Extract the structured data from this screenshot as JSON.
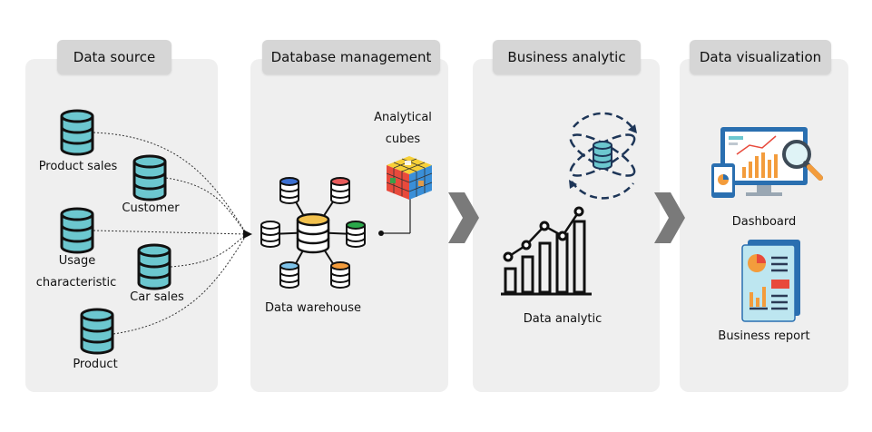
{
  "sections": {
    "data_source": "Data source",
    "database_management": "Database management",
    "business_analytic": "Business analytic",
    "data_visualization": "Data visualization"
  },
  "sources": {
    "product_sales": "Product sales",
    "customer": "Customer",
    "usage_line1": "Usage",
    "usage_line2": "characteristic",
    "car_sales": "Car sales",
    "product": "Product"
  },
  "management": {
    "cubes_line1": "Analytical",
    "cubes_line2": "cubes",
    "warehouse": "Data warehouse"
  },
  "analytic": {
    "label": "Data analytic"
  },
  "visualization": {
    "dashboard": "Dashboard",
    "report": "Business report"
  },
  "colors": {
    "db_teal": "#6cc7cf",
    "navy": "#1d3557",
    "panel": "#efefef",
    "header": "#d6d6d6",
    "orange": "#f39c3c",
    "arrow": "#7a7a7a"
  },
  "icons": [
    "database-icon",
    "rubiks-cube-icon",
    "sync-database-icon",
    "bar-chart-icon",
    "dashboard-monitor-icon",
    "report-document-icon",
    "chevron-right-icon"
  ]
}
